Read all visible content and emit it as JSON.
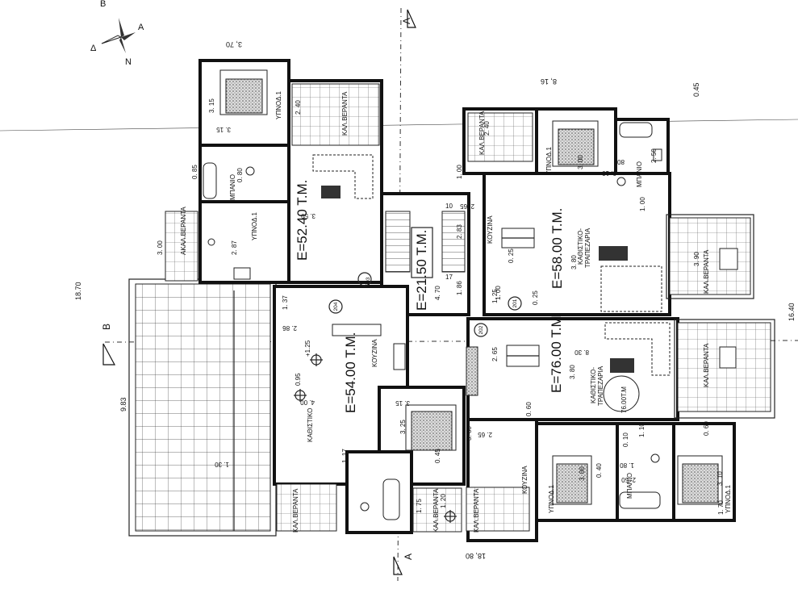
{
  "compass": {
    "north": "N",
    "south": "B",
    "east": "A",
    "west": "Δ"
  },
  "section_marks": {
    "a_top": "A",
    "a_bottom": "A",
    "b_left": "B"
  },
  "overall_dims": {
    "top": "3, 70",
    "top_right": "8, 16",
    "right_top": "0.45",
    "left": "18.70",
    "left_lower": "9.83",
    "right": "16.40",
    "bottom": "18, 80"
  },
  "areas": {
    "apt_top_left": "E=52.40 T.M.",
    "apt_top_right": "E=58.00 T.M.",
    "stair": "E=21.50 T.M.",
    "apt_bottom_left": "E=54.00 T.M.",
    "apt_bottom_right": "E=76.00 T.M."
  },
  "rooms": {
    "ypnod1_a": "ΥΠΝΟΔ.1",
    "ypnod1_b": "ΥΠΝΟΔ.1",
    "ypnod1_c": "ΥΠΝΟΔ.1",
    "ypnod1_d": "ΥΠΝΟΔ.1",
    "ypnod1_e": "ΥΠΝΟΔ.1",
    "mpanio_a": "ΜΠΑΝΙΟ",
    "mpanio_b": "ΜΠΑΝΙΟ",
    "mpanio_c": "ΜΠΑΝΙΟ",
    "kal_verant_1": "ΚΑΛ.ΒΕΡΑΝΤΑ",
    "kal_verant_2": "ΚΑΛ.ΒΕΡΑΝΤΑ",
    "kal_verant_3": "ΚΑΛ.ΒΕΡΑΝΤΑ",
    "kal_verant_4": "ΚΑΛ.ΒΕΡΑΝΤΑ",
    "kal_verant_5": "ΚΑΛ.ΒΕΡΑΝΤΑ",
    "kal_verant_6": "ΚΑΛ.ΒΕΡΑΝΤΑ",
    "kal_verant_7": "ΚΑΛ.ΒΕΡΑΝΤΑ",
    "akal_verant": "ΑΚΑΛ.ΒΕΡΑΝΤΑ",
    "kouzina_1": "ΚΟΥΖΙΝΑ",
    "kouzina_2": "ΚΟΥΖΙΝΑ",
    "kouzina_3": "ΚΟΥΖΙΝΑ",
    "kathistiko_1": "ΚΑΘΙΣΤΙΚΟ-",
    "trapezaria_1": "ΤΡΑΠΕΖΑΡΙΑ",
    "kathistiko_2": "ΚΑΘΙΣΤΙΚΟ-",
    "trapezaria_2": "ΤΡΑΠΕΖΑΡΙΑ",
    "kathistiko_3": "ΚΑΘΙΣΤΙΚΟ",
    "table_area": "76.00Τ.Μ"
  },
  "doors": [
    "203",
    "204",
    "201",
    "202"
  ],
  "dims": {
    "d315a": "3. 15",
    "d315b": "3. 15",
    "d240a": "2. 40",
    "d240b": "2. 40",
    "d085": "0. 85",
    "d080a": "0. 80",
    "d287": "2. 87",
    "d350": "3. 50",
    "d300": "3. 00",
    "d137": "1. 37",
    "d286": "2. 86",
    "d125": "+1.25",
    "d095": "0.95",
    "d400": "4. 00",
    "d100a": "1. 00",
    "d265a": "2. 65",
    "d283": "2. 83",
    "d470": "4. 70",
    "d186": "1. 86",
    "d125b": "1. 25",
    "d025a": "0. 25",
    "d025b": "0. 25",
    "d380a": "3. 80",
    "d380b": "3. 80",
    "d390": "3. 90",
    "d300b": "3. 00",
    "d250": "2. 50",
    "d010": "0. 10",
    "d080b": "80",
    "d100b": "1. 00",
    "d100c": "1. 00",
    "d830": "8. 30",
    "d265b": "2. 65",
    "d315c": "3. 15",
    "d325": "3. 25",
    "d045": "0. 45",
    "d360": "3. 60",
    "d265c": "2. 65",
    "d117": "1. 17",
    "d120": "1. 20",
    "d075": "1. 75",
    "d130": "1. 30",
    "d060a": "0. 60",
    "d060b": "0. 60",
    "d110": "1. 10",
    "d010b": "0. 10",
    "d180": "1. 80",
    "d250b": "2. 50",
    "d040": "0. 40",
    "d310": "3. 10",
    "d300c": "3. 00",
    "d170": "1. 70",
    "n10": "10",
    "n17": "17"
  }
}
